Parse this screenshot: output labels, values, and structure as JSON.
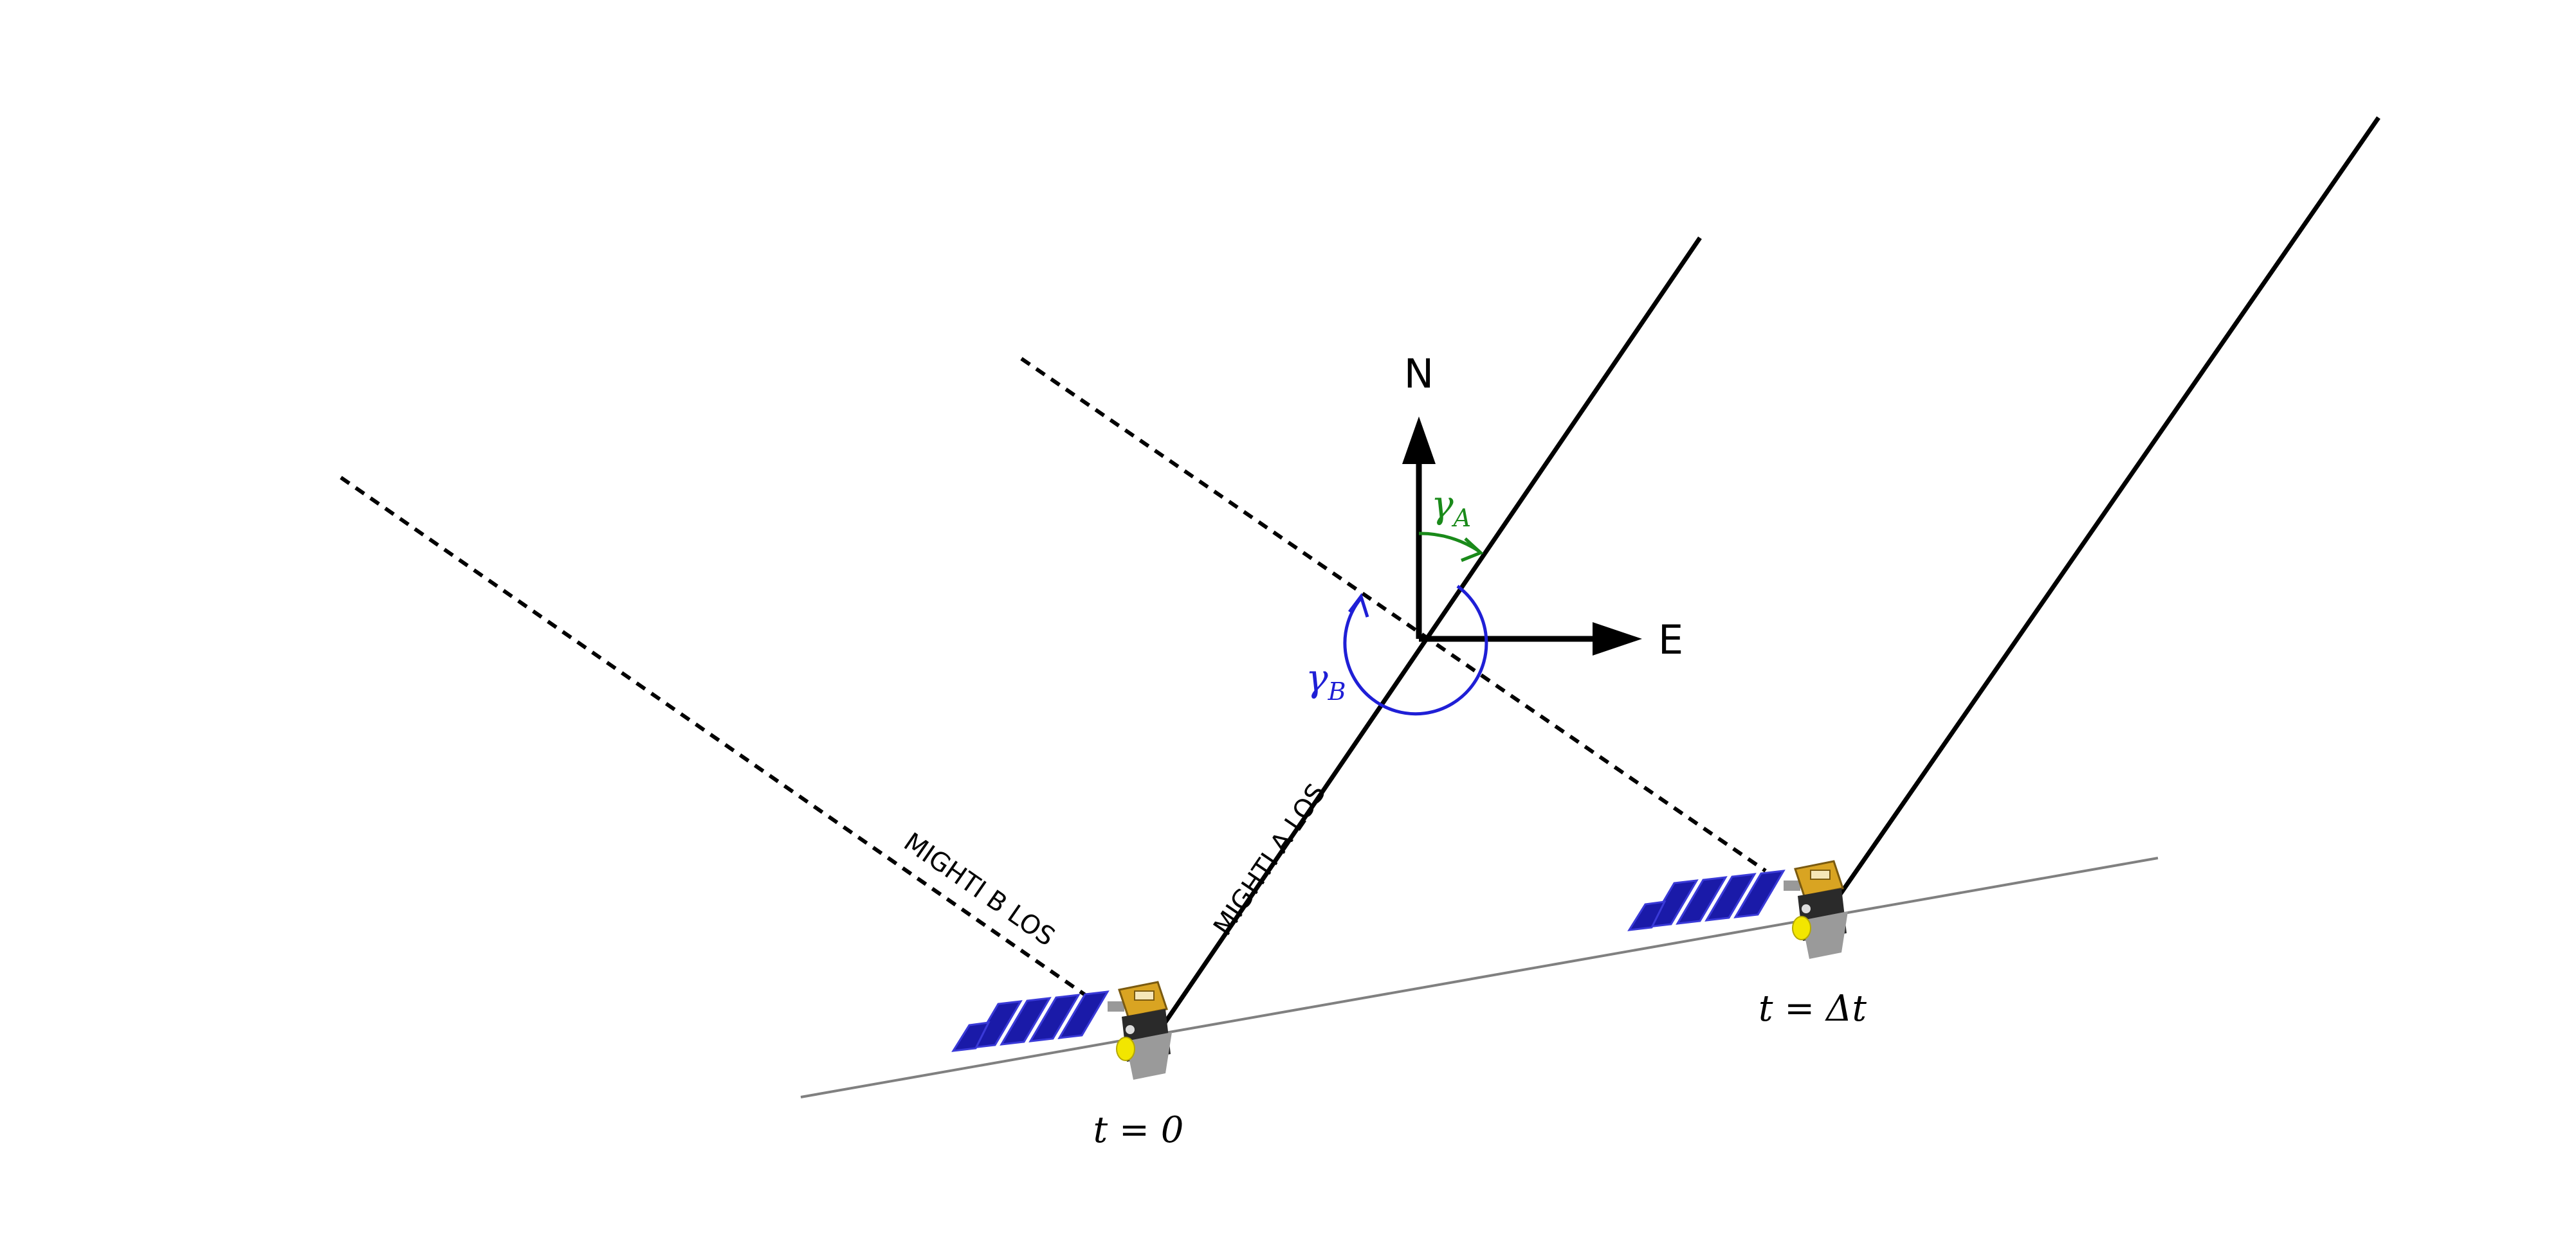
{
  "compass": {
    "north_label": "N",
    "east_label": "E"
  },
  "angles": {
    "gamma_a": {
      "symbol": "γ",
      "subscript": "A",
      "color": "#1a8a1a"
    },
    "gamma_b": {
      "symbol": "γ",
      "subscript": "B",
      "color": "#1f1fd6"
    }
  },
  "los_labels": {
    "mighti_a": "MIGHTI A LOS",
    "mighti_b": "MIGHTI B LOS"
  },
  "time_labels": {
    "t0": "t = 0",
    "tdt": "t = Δt"
  },
  "colors": {
    "los_line": "#000000",
    "orbit_track": "#808080",
    "solar_panel": "#1a1aa8",
    "spacecraft_body": "#d9a422",
    "sensor": "#f2e600"
  }
}
